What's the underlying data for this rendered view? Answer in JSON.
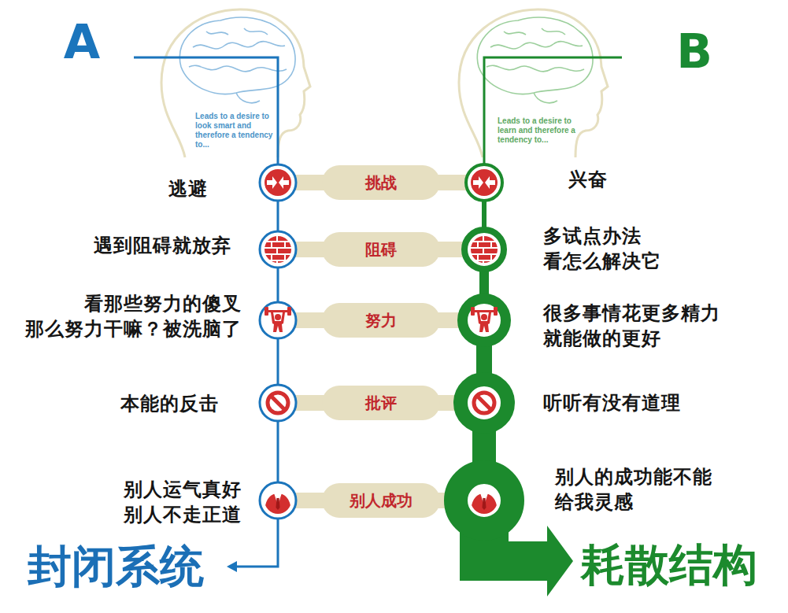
{
  "diagram": {
    "nodes": [
      {
        "text": [
          "挑战"
        ]
      },
      {
        "text": [
          "阻碍"
        ]
      },
      {
        "text": [
          "努力"
        ]
      },
      {
        "text": [
          "批评"
        ]
      },
      {
        "text": [
          "别人成功"
        ]
      }
    ],
    "labels": [
      "A",
      "B",
      "Leads to a desire to look smart and therefore a tendency to...",
      "Leads to a desire to learn and therefore a tendency to...",
      "逃避",
      "遇到阻碍就放弃",
      "看那些努力的傻叉 那么努力干嘛？被洗脑了",
      "本能的反击",
      "别人运气真好 别人不走正道",
      "兴奋",
      "多试点办法 看怎么解决它",
      "很多事情花更多精力 就能做的更好",
      "听听有没有道理",
      "别人的成功能不能 给我灵感",
      "封闭系统",
      "耗散结构"
    ]
  }
}
